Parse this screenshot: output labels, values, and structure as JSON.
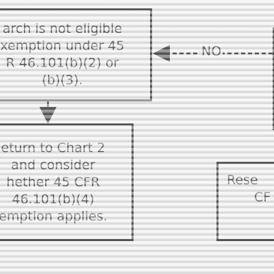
{
  "boxes": {
    "not_eligible": {
      "lines": [
        "arch is not eligible",
        "xemption under 45",
        "R 46.101(b)(2) or",
        "(b)(3)."
      ]
    },
    "return_chart": {
      "lines": [
        "eturn to Chart 2",
        "and consider",
        "hether 45 CFR",
        "46.101(b)(4)",
        "emption applies."
      ]
    },
    "research_partial": {
      "lines": [
        "Rese",
        "CF"
      ]
    }
  },
  "connectors": {
    "no_label": "NO"
  }
}
